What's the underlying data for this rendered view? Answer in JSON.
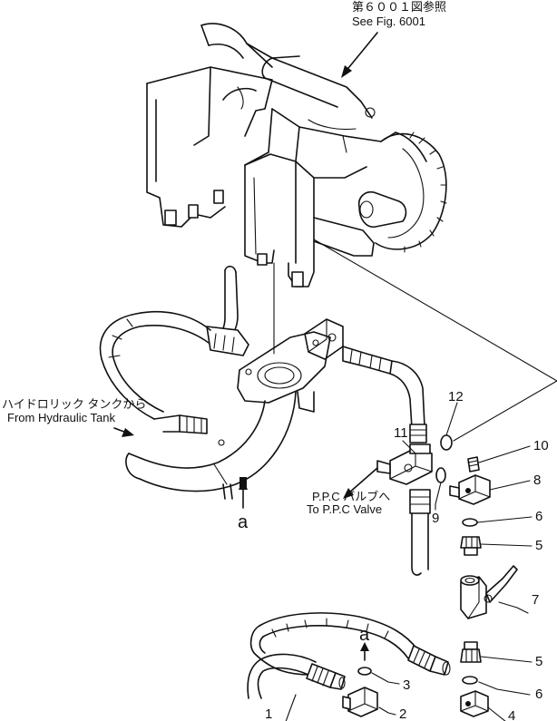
{
  "refs": {
    "fig_ref_jp": "第６００１図参照",
    "fig_ref_en": "See Fig. 6001",
    "tank_jp": "ハイドロリック タンクから",
    "tank_en": "From Hydraulic Tank",
    "ppc_jp": "P.P.C バルブへ",
    "ppc_en": "To P.P.C Valve"
  },
  "view_markers": {
    "a_main": "a",
    "a_detail": "a"
  },
  "part_numbers": {
    "p1": "1",
    "p2": "2",
    "p3": "3",
    "p4": "4",
    "p5a": "5",
    "p5b": "5",
    "p6a": "6",
    "p6b": "6",
    "p7": "7",
    "p8": "8",
    "p9": "9",
    "p10": "10",
    "p11": "11",
    "p12": "12"
  }
}
